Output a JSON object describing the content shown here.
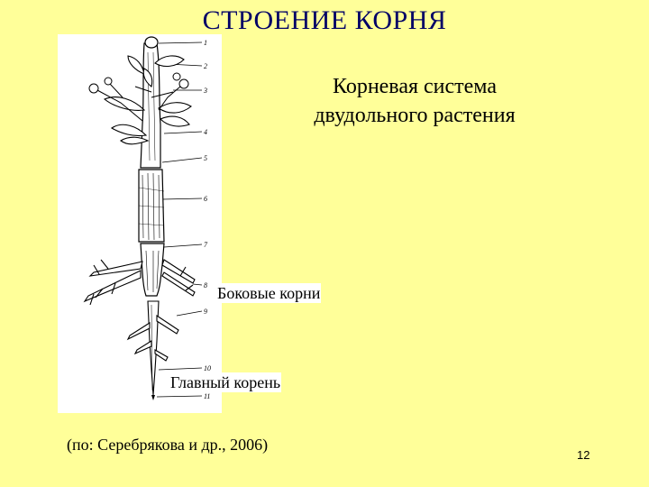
{
  "slide": {
    "title": "СТРОЕНИЕ КОРНЯ",
    "subtitle_line1": "Корневая система",
    "subtitle_line2": "двудольного растения",
    "citation": "(по: Серебрякова и др., 2006)",
    "page_number": "12"
  },
  "diagram": {
    "labels": {
      "lateral_roots": "Боковые корни",
      "main_root": "Главный корень"
    },
    "callout_numbers": [
      "1",
      "2",
      "3",
      "4",
      "5",
      "6",
      "7",
      "8",
      "9",
      "10",
      "11"
    ]
  },
  "colors": {
    "background": "#ffff99",
    "title": "#000066",
    "panel": "#ffffff"
  }
}
